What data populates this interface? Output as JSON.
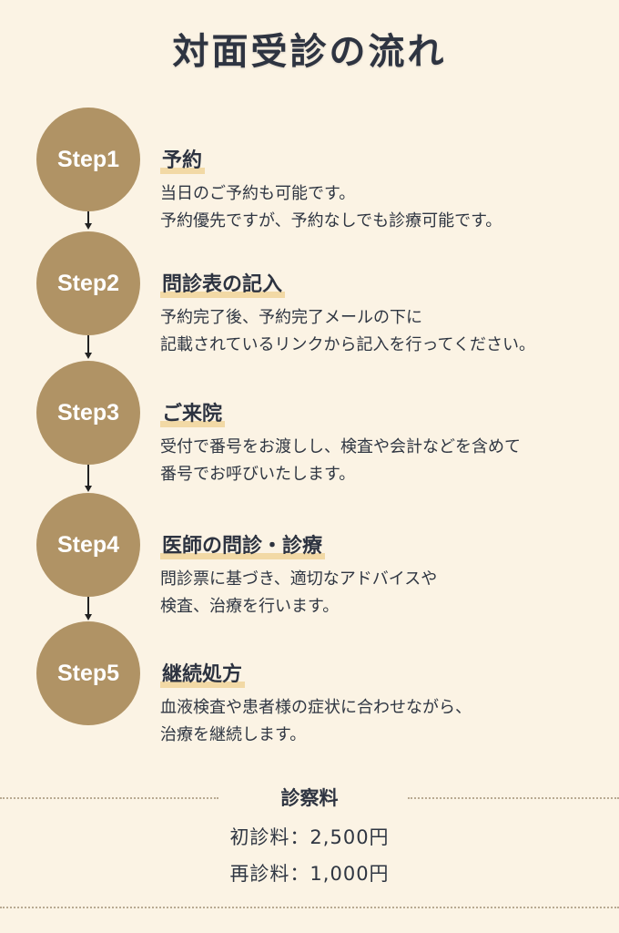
{
  "page": {
    "title": "対面受診の流れ"
  },
  "steps": [
    {
      "badge": "Step1",
      "title": "予約",
      "lines": [
        "当日のご予約も可能です。",
        "予約優先ですが、予約なしでも診療可能です。"
      ]
    },
    {
      "badge": "Step2",
      "title": "問診表の記入",
      "lines": [
        "予約完了後、予約完了メールの下に",
        "記載されているリンクから記入を行ってください。"
      ]
    },
    {
      "badge": "Step3",
      "title": "ご来院",
      "lines": [
        "受付で番号をお渡しし、検査や会計などを含めて",
        "番号でお呼びいたします。"
      ]
    },
    {
      "badge": "Step4",
      "title": "医師の問診・診療",
      "lines": [
        "問診票に基づき、適切なアドバイスや",
        "検査、治療を行います。"
      ]
    },
    {
      "badge": "Step5",
      "title": "継続処方",
      "lines": [
        "血液検査や患者様の症状に合わせながら、",
        "治療を継続します。"
      ]
    }
  ],
  "fees": {
    "heading": "診察料",
    "items": [
      {
        "text": "初診料：2,500円"
      },
      {
        "text": "再診料：1,000円"
      }
    ]
  },
  "colors": {
    "background": "#fbf3e4",
    "circle": "#b09365",
    "highlight": "#f2d9a5",
    "text": "#2f3642"
  }
}
